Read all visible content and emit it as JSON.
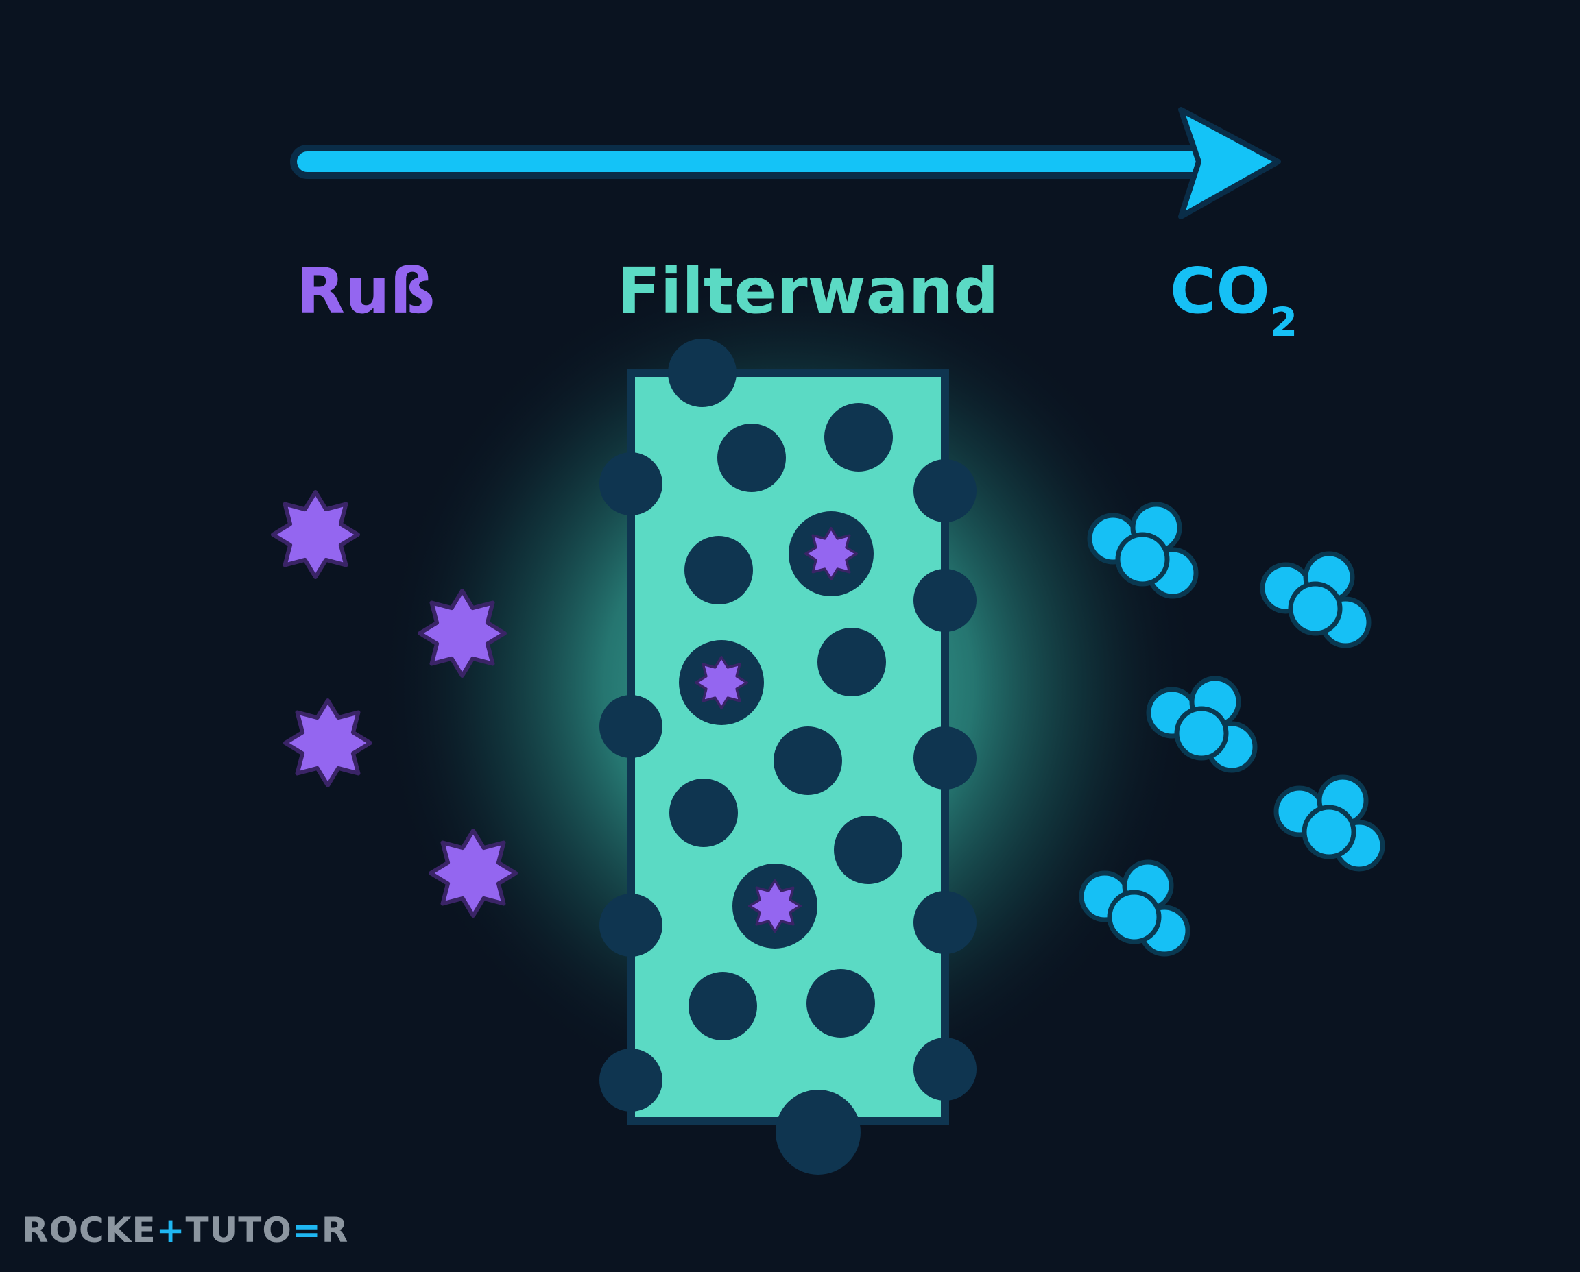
{
  "labels": {
    "soot": "Ruß",
    "wall": "Filterwand",
    "co2_main": "CO",
    "co2_sub": "2"
  },
  "brand": {
    "part1": "ROCKE",
    "accent1": "+",
    "part2": "TUTO",
    "accent2": "=",
    "part3": "R"
  },
  "colors": {
    "background": "#0a1320",
    "arrow": "#14c3f7",
    "soot": "#9466f0",
    "wall": "#5bdac4",
    "wall_pore": "#0f3550",
    "co2": "#16c0f5",
    "glow": "#4fdcc6"
  },
  "icons": {
    "flow": "arrow-right-icon",
    "soot": "star-icon",
    "co2": "molecule-icon",
    "pore": "circle-icon"
  }
}
